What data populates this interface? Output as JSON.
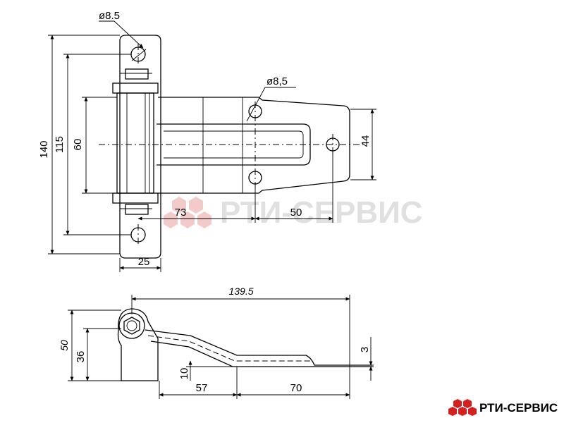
{
  "top_view": {
    "dims": {
      "total_height": "140",
      "hole_spacing": "115",
      "knuckle_height": "60",
      "width_right": "44",
      "base_width": "25",
      "offset_73": "73",
      "offset_50": "50"
    },
    "hole_labels": {
      "top_hole": "ø8.5",
      "plate_hole": "ø8,5"
    }
  },
  "side_view": {
    "dims": {
      "overall_length": "139.5",
      "height_50": "50",
      "height_36": "36",
      "thickness": "3",
      "step": "10",
      "len_57": "57",
      "len_70": "70"
    }
  },
  "watermark": {
    "text": "РТИ-СЕРВИС",
    "color": "#e8a0a0"
  },
  "brand": {
    "text": "РТИ-СЕРВИС",
    "color": "#d42020"
  }
}
